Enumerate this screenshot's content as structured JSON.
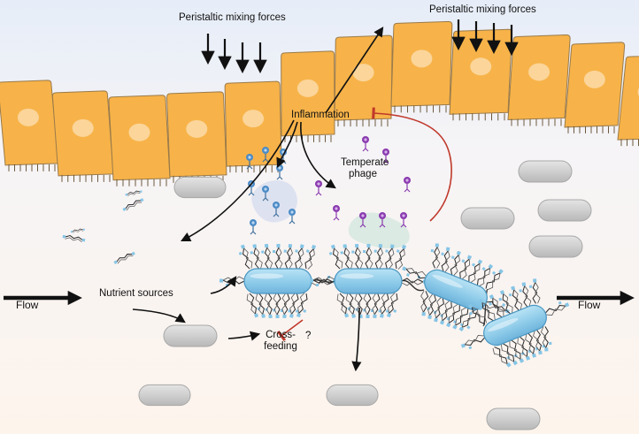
{
  "labels": {
    "peristaltic_left": "Peristaltic mixing forces",
    "peristaltic_right": "Peristaltic mixing forces",
    "inflammation": "Inflammation",
    "temperate_phage_line1": "Temperate",
    "temperate_phage_line2": "phage",
    "nutrient_sources": "Nutrient sources",
    "cross_feeding_line1": "Cross-",
    "cross_feeding_line2": "feeding",
    "question_mark": "?",
    "flow_left": "Flow",
    "flow_right": "Flow"
  },
  "colors": {
    "epithelium": "#f7b349",
    "epithelium_outline": "#9a7a4a",
    "nucleus": "#fbd59a",
    "bacterium_fill": "#8fcdea",
    "bacterium_outline": "#4a97c2",
    "commensal_fill": "#d8d8d8",
    "phage_temperate": "#8b3bb0",
    "phage_lytic": "#4b8bc6",
    "inhibition": "#c0392b",
    "background_top": "#e6edf8",
    "background_bottom": "#fdf4ec"
  }
}
